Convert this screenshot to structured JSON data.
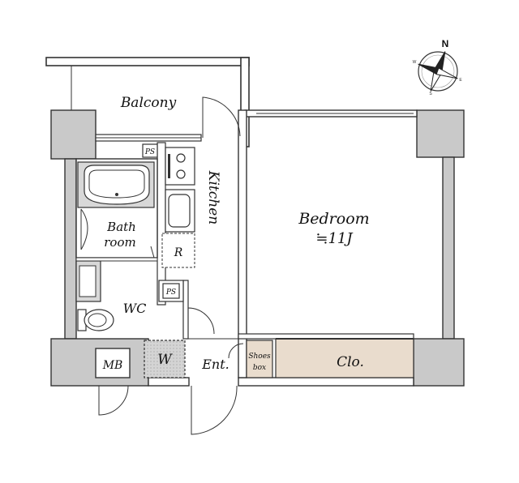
{
  "rooms": {
    "balcony": "Balcony",
    "kitchen": "Kitchen",
    "bedroom": "Bedroom",
    "bedroom_size": "≒11J",
    "bath_line1": "Bath",
    "bath_line2": "room",
    "wc": "WC",
    "ent": "Ent.",
    "clo": "Clo.",
    "mb": "MB",
    "w": "W",
    "shoes_line1": "Shoes",
    "shoes_line2": "box",
    "refrigerator": "R",
    "ps_top": "PS",
    "ps_mid": "PS"
  },
  "compass": {
    "north": "N",
    "w": "W",
    "e": "E",
    "s": "S"
  },
  "colors": {
    "wall_gray": "#c9c9c9",
    "closet_fill": "#e9dccd",
    "w_fill": "#cfcfcf"
  }
}
